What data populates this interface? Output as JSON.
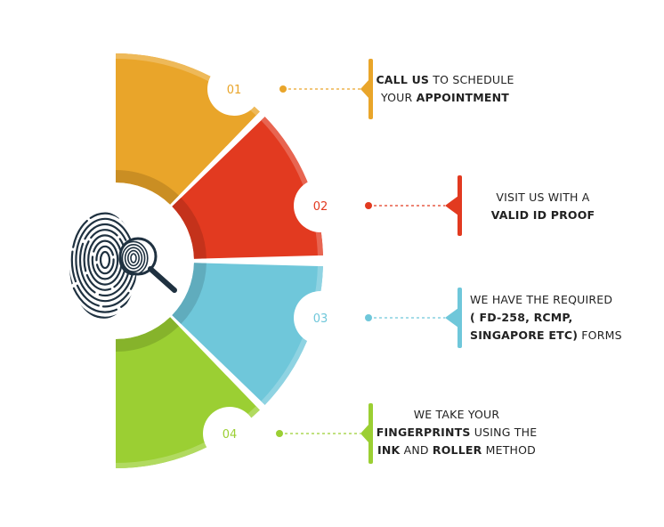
{
  "colors": {
    "step1": "#E9A52A",
    "step2": "#E23A20",
    "step3": "#6FC7DA",
    "step4": "#9BCF33",
    "text": "#222222"
  },
  "icons": {
    "center": "fingerprint-magnifier-icon"
  },
  "steps": [
    {
      "number": "01",
      "lines": [
        [
          {
            "t": "CALL US",
            "b": true
          },
          {
            "t": " TO SCHEDULE",
            "b": false
          }
        ],
        [
          {
            "t": "YOUR ",
            "b": false
          },
          {
            "t": "APPOINTMENT",
            "b": true
          }
        ]
      ]
    },
    {
      "number": "02",
      "lines": [
        [
          {
            "t": "VISIT US WITH A",
            "b": false
          }
        ],
        [
          {
            "t": "VALID ID PROOF",
            "b": true
          }
        ]
      ]
    },
    {
      "number": "03",
      "lines": [
        [
          {
            "t": "WE HAVE THE REQUIRED",
            "b": false
          }
        ],
        [
          {
            "t": "( FD-258, RCMP,",
            "b": true
          }
        ],
        [
          {
            "t": "SINGAPORE ETC)",
            "b": true
          },
          {
            "t": " FORMS",
            "b": false
          }
        ]
      ]
    },
    {
      "number": "04",
      "lines": [
        [
          {
            "t": "WE TAKE YOUR",
            "b": false
          }
        ],
        [
          {
            "t": "FINGERPRINTS",
            "b": true
          },
          {
            "t": " USING THE",
            "b": false
          }
        ],
        [
          {
            "t": "INK",
            "b": true
          },
          {
            "t": " AND ",
            "b": false
          },
          {
            "t": "ROLLER",
            "b": true
          },
          {
            "t": " METHOD",
            "b": false
          }
        ]
      ]
    }
  ]
}
